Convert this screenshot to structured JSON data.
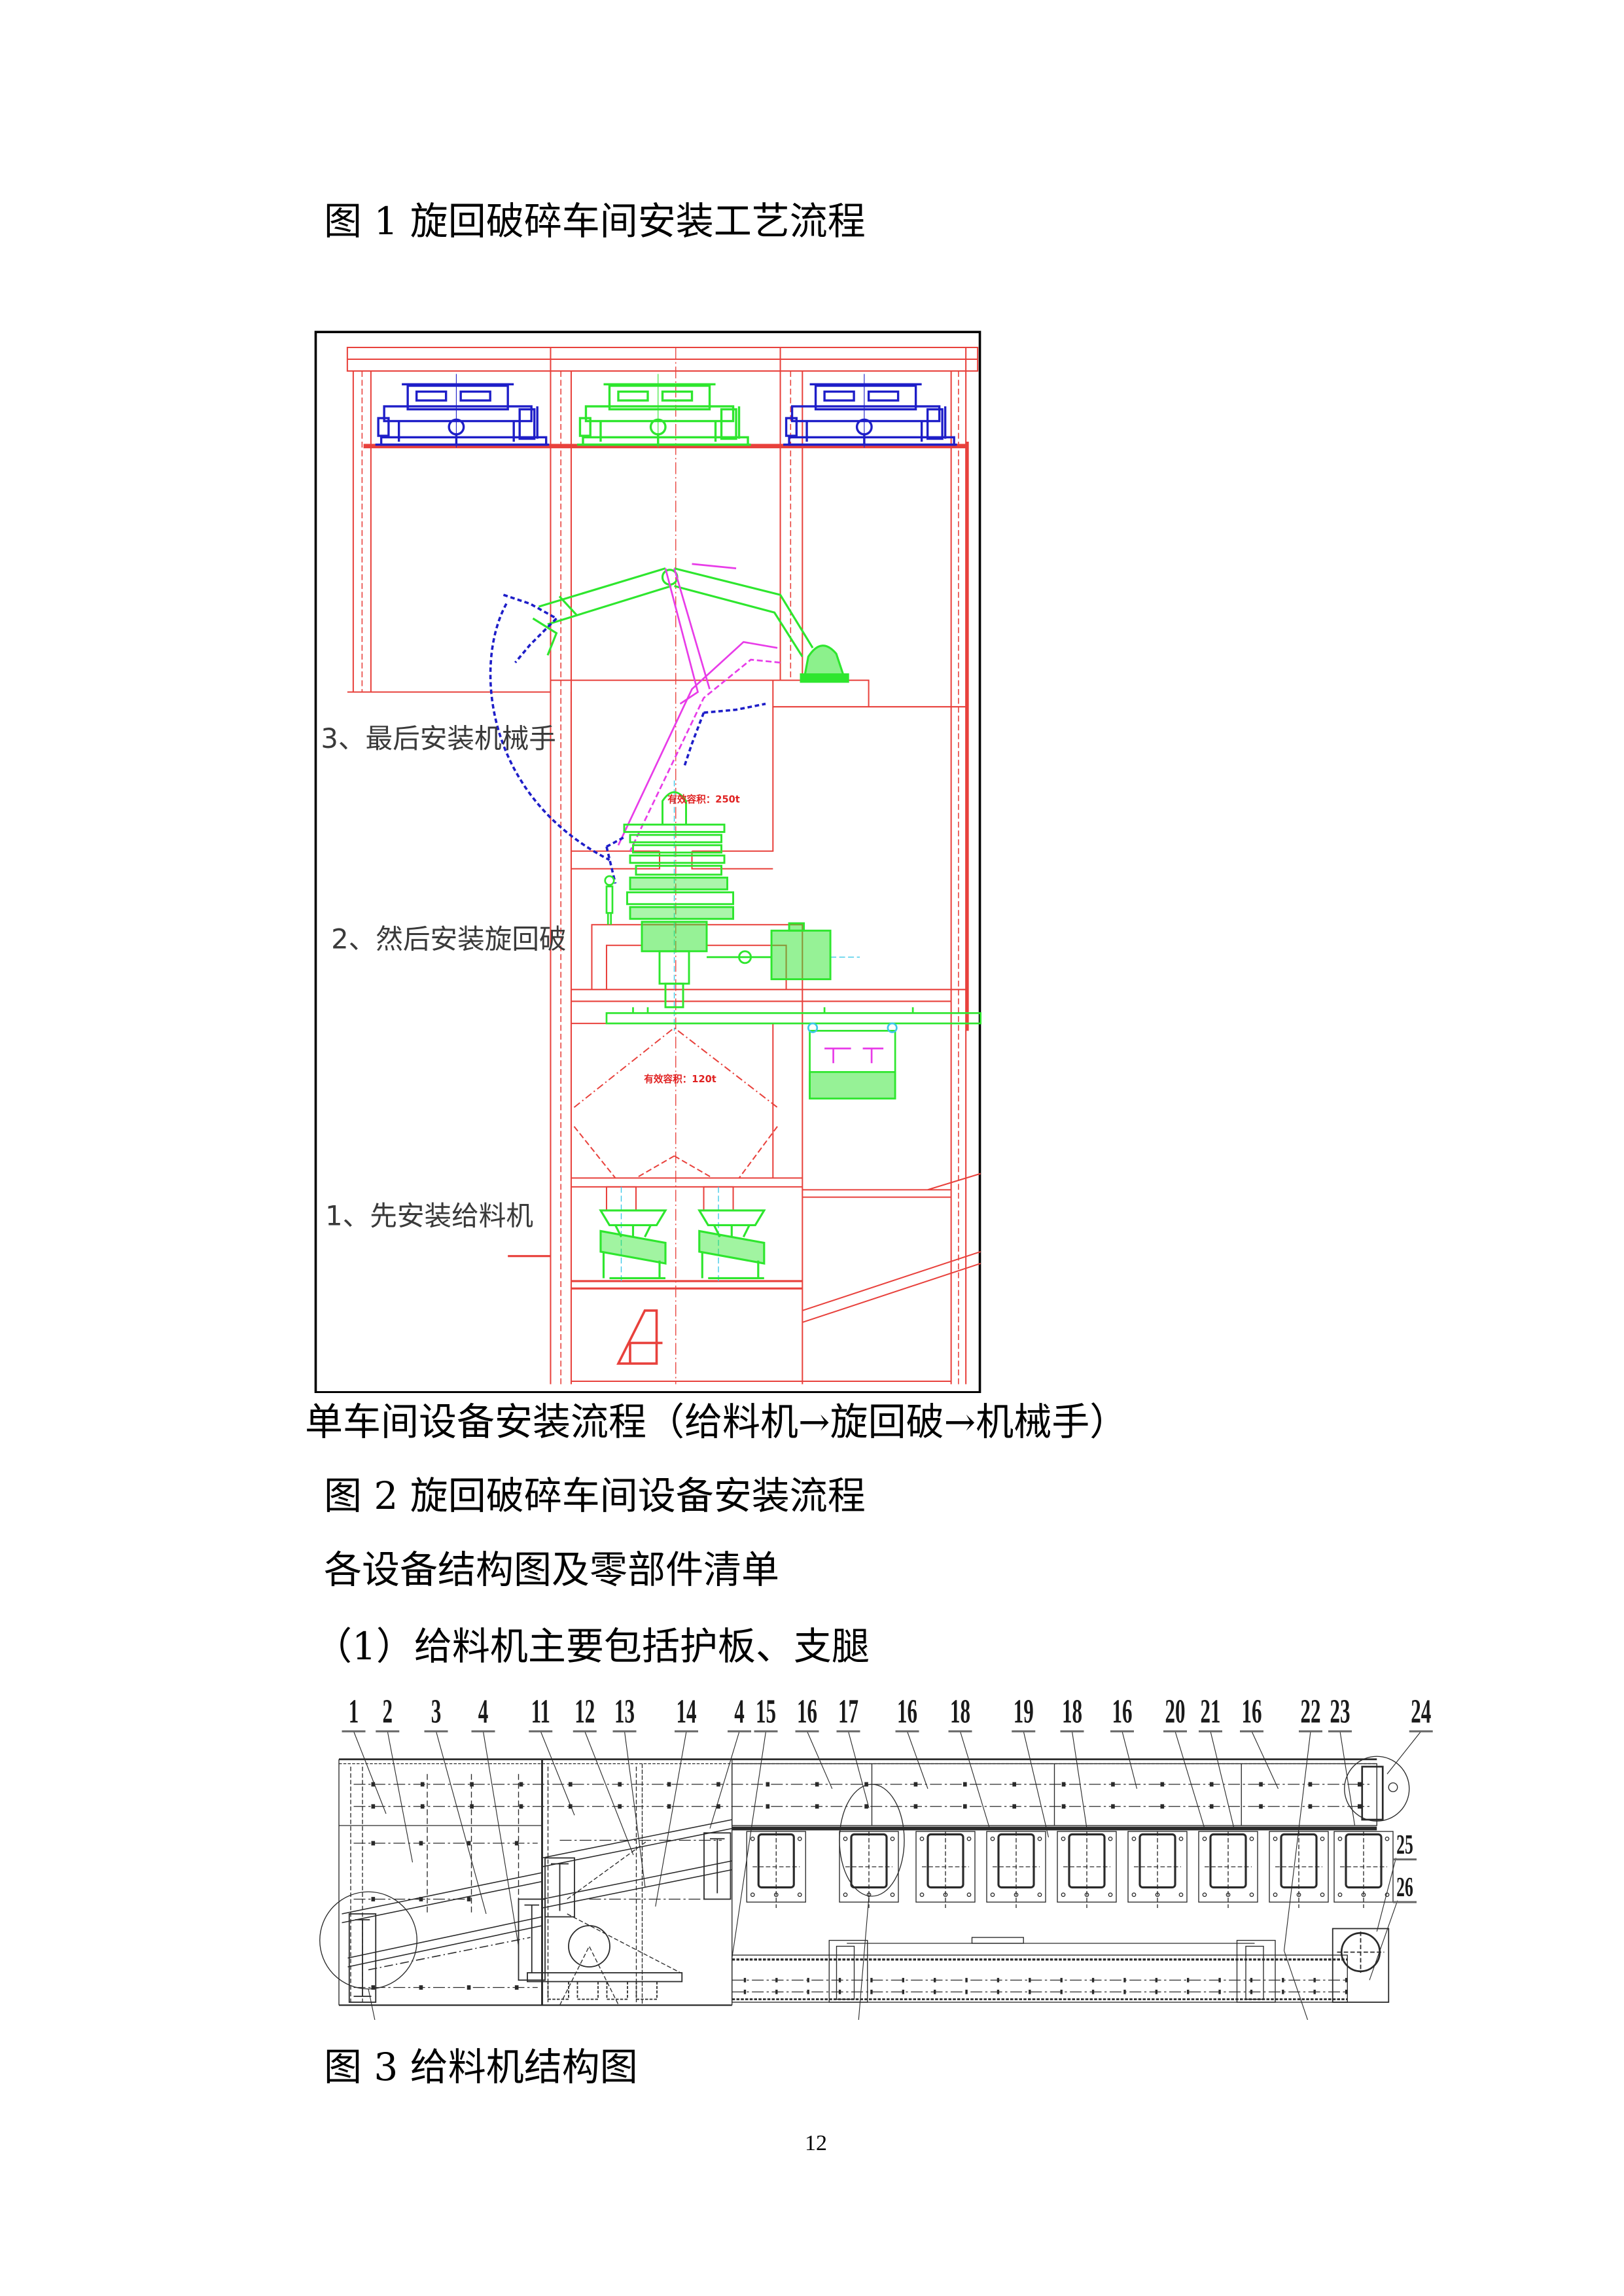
{
  "document": {
    "figure1_caption": "图 1 旋回破碎车间安装工艺流程",
    "figure1": {
      "step_labels": [
        {
          "label": "3、最后安装机械手"
        },
        {
          "label": "2、然后安装旋回破"
        },
        {
          "label": "1、先安装给料机"
        }
      ],
      "annotations": [
        {
          "label": "有效容积：250t"
        },
        {
          "label": "有效容积：120t"
        }
      ],
      "colors": {
        "structure": "#e8413c",
        "equipment_installed": "#2ee62e",
        "equipment_other": "#1e1ec8",
        "manipulator_alt_position": "#e83ce8",
        "centerline": "#3cc8e8",
        "frame": "#000000"
      }
    },
    "flow_text": "单车间设备安装流程（给料机→旋回破→机械手）",
    "figure2_caption": "图 2 旋回破碎车间设备安装流程",
    "section_heading": "各设备结构图及零部件清单",
    "subsection_text": "（1）给料机主要包括护板、支腿",
    "figure3": {
      "part_labels": [
        {
          "label": "1"
        },
        {
          "label": "2"
        },
        {
          "label": "3"
        },
        {
          "label": "4"
        },
        {
          "label": "11"
        },
        {
          "label": "12"
        },
        {
          "label": "13"
        },
        {
          "label": "14"
        },
        {
          "label": "4"
        },
        {
          "label": "15"
        },
        {
          "label": "16"
        },
        {
          "label": "17"
        },
        {
          "label": "16"
        },
        {
          "label": "18"
        },
        {
          "label": "19"
        },
        {
          "label": "18"
        },
        {
          "label": "16"
        },
        {
          "label": "20"
        },
        {
          "label": "21"
        },
        {
          "label": "16"
        },
        {
          "label": "22"
        },
        {
          "label": "23"
        },
        {
          "label": "24"
        }
      ],
      "side_labels": [
        {
          "label": "25"
        },
        {
          "label": "26"
        }
      ]
    },
    "figure3_caption": "图 3 给料机结构图",
    "page_number": "12"
  }
}
